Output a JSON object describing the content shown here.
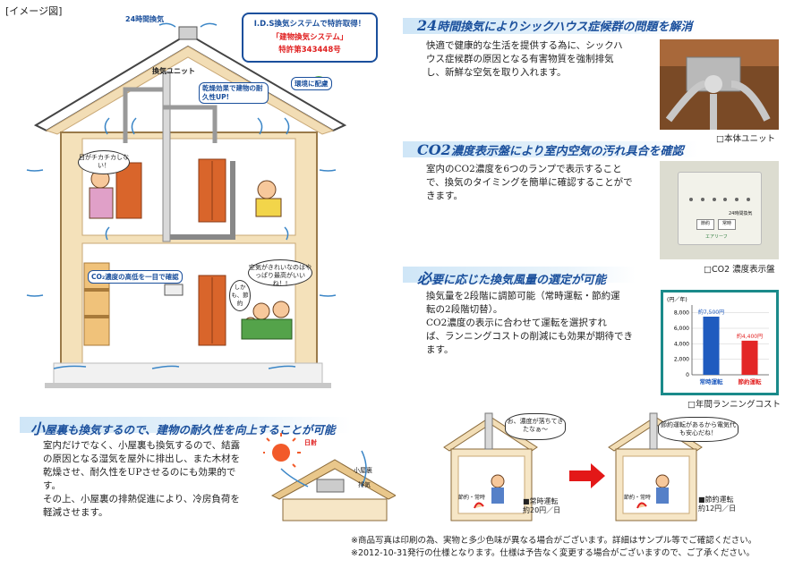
{
  "image_label": "[イメージ図]",
  "house": {
    "label_24h": "24時間換気",
    "label_unit": "換気ユニット",
    "label_drying": "乾燥効果で建物の耐久性UP!",
    "label_environment": "環境に配慮",
    "bubble_child": "目がチカチカしない！",
    "bubble_family": "空気がきれいなのはやっぱり最高がいいね！!",
    "bubble_mother": "しかも、節約",
    "label_co2": "CO₂濃度の高低を一目で確認"
  },
  "patent": {
    "line1": "I.D.S換気システムで特許取得！",
    "line2": "「建物換気システム」",
    "line3": "特許第343448号"
  },
  "section1": {
    "heading_big": "24",
    "heading_rest": "時間換気によりシックハウス症候群の問題を解消",
    "text": [
      "快適で健康的な生活を提供する為に、シックハ",
      "ウス症候群の原因となる有害物質を強制排気",
      "し、新鮮な空気を取り入れます。"
    ],
    "photo_caption": "□本体ユニット"
  },
  "section2": {
    "heading_big": "CO2",
    "heading_rest": "濃度表示盤により室内空気の汚れ具合を確認",
    "text": [
      "室内のCO2濃度を6つのランプで表示すること",
      "で、換気のタイミングを簡単に確認することがで",
      "きます。"
    ],
    "panel_label1": "24時間換気",
    "panel_label2": "エアリーフ",
    "panel_btn1": "節約",
    "panel_btn2": "常時",
    "photo_caption": "□CO2 濃度表示盤"
  },
  "section3": {
    "heading_big": "必",
    "heading_rest": "要に応じた換気風量の選定が可能",
    "text": [
      "換気量を2段階に調節可能（常時運転・節約運",
      "転の2段階切替）。",
      "CO2濃度の表示に合わせて運転を選択すれ",
      "ば、ランニングコストの削減にも効果が期待でき",
      "ます。"
    ],
    "chart_caption": "□年間ランニングコスト"
  },
  "chart_data": {
    "type": "bar",
    "title": "",
    "ylabel": "(円／年)",
    "categories": [
      "常時運転",
      "節約運転"
    ],
    "values": [
      7500,
      4400
    ],
    "value_labels": [
      "約7,500円",
      "約4,400円"
    ],
    "yticks": [
      "0",
      "2,000",
      "4,000",
      "6,000",
      "8,000"
    ],
    "ylim": [
      0,
      9000
    ],
    "colors": [
      "#1f5bbf",
      "#e32626"
    ]
  },
  "section4": {
    "heading_big": "小",
    "heading_rest": "屋裏も換気するので、建物の耐久性を向上することが可能",
    "text": [
      "室内だけでなく、小屋裏も換気するので、結露",
      "の原因となる湿気を屋外に排出し、また木材を",
      "乾燥させ、耐久性をUPさせるのにも効果的で",
      "す。",
      "その上、小屋裏の排熱促進により、冷房負荷を",
      "軽減させます。"
    ],
    "label_sun": "日射",
    "label_attic": "小屋裏",
    "label_exhaust": "排気"
  },
  "compare": {
    "bubble_left": "お、濃度が落ちてきたなぁ〜",
    "bubble_right": "節約運転があるから電気代も安心だね！",
    "left_panel_label": "節約・常時",
    "right_panel_label": "節約・常時",
    "left_mode": "■常時運転",
    "left_cost": "約20円／日",
    "right_mode": "■節約運転",
    "right_cost": "約12円／日"
  },
  "notes": [
    "※商品写真は印刷の為、実物と多少色味が異なる場合がございます。詳細はサンプル等でご確認ください。",
    "※2012-10-31発行の仕様となります。仕様は予告なく変更する場合がございますので、ご了承ください。"
  ]
}
